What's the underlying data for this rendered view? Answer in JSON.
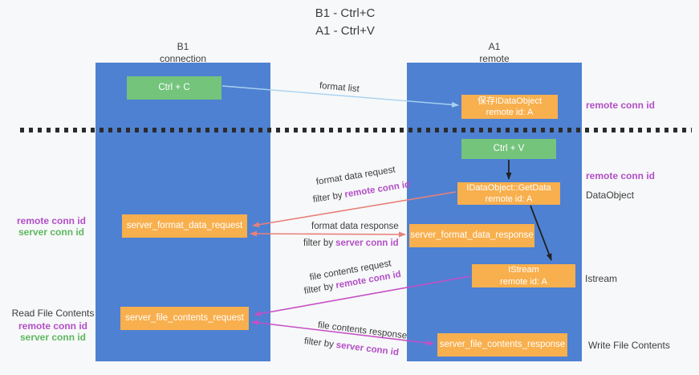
{
  "title": {
    "line1": "B1 - Ctrl+C",
    "line2": "A1 - Ctrl+V"
  },
  "lifelines": {
    "left": {
      "name": "B1",
      "subtitle": "connection"
    },
    "right": {
      "name": "A1",
      "subtitle": "remote"
    }
  },
  "nodes": {
    "ctrl_c": {
      "label": "Ctrl + C"
    },
    "save_idataobject": {
      "line1": "保存IDataObject",
      "line2": "remote id: A"
    },
    "ctrl_v": {
      "label": "Ctrl + V"
    },
    "getdata": {
      "line1": "IDataObject::GetData",
      "line2": "remote id: A"
    },
    "format_request": {
      "label": "server_format_data_request"
    },
    "format_response": {
      "label": "server_format_data_response"
    },
    "istream": {
      "line1": "IStream",
      "line2": "remote id: A"
    },
    "file_request": {
      "label": "server_file_contents_request"
    },
    "file_response": {
      "label": "server_file_contents_response"
    }
  },
  "annotations": {
    "remote_conn_id_top": "remote conn id",
    "remote_conn_id_mid": "remote conn id",
    "dataobject": "DataObject",
    "istream": "Istream",
    "write_file_contents": "Write File Contents",
    "read_file_contents": "Read File Contents",
    "left_remote_conn_id_1": "remote conn id",
    "left_server_conn_id_1": "server conn id",
    "left_remote_conn_id_2": "remote conn id",
    "left_server_conn_id_2": "server conn id"
  },
  "flows": {
    "format_list": "format list",
    "format_data_request": "format data request",
    "format_data_response": "format data response",
    "file_contents_request": "file contents request",
    "file_contents_response": "file contents response",
    "filter_by": "filter by",
    "remote_conn_id": "remote conn id",
    "server_conn_id": "server conn id"
  },
  "colors": {
    "lifeline_blue": "#4e81d2",
    "node_green": "#74c47c",
    "node_orange": "#f8af4d",
    "arrow_salmon": "#e8807a",
    "arrow_magenta": "#c64fc6",
    "arrow_lightblue": "#a8d2f0",
    "arrow_black": "#222222",
    "label_purple": "#b24fc6",
    "label_green": "#5db85f",
    "text_dark": "#3c3c3c",
    "divider_dark": "#2b2b2b"
  }
}
